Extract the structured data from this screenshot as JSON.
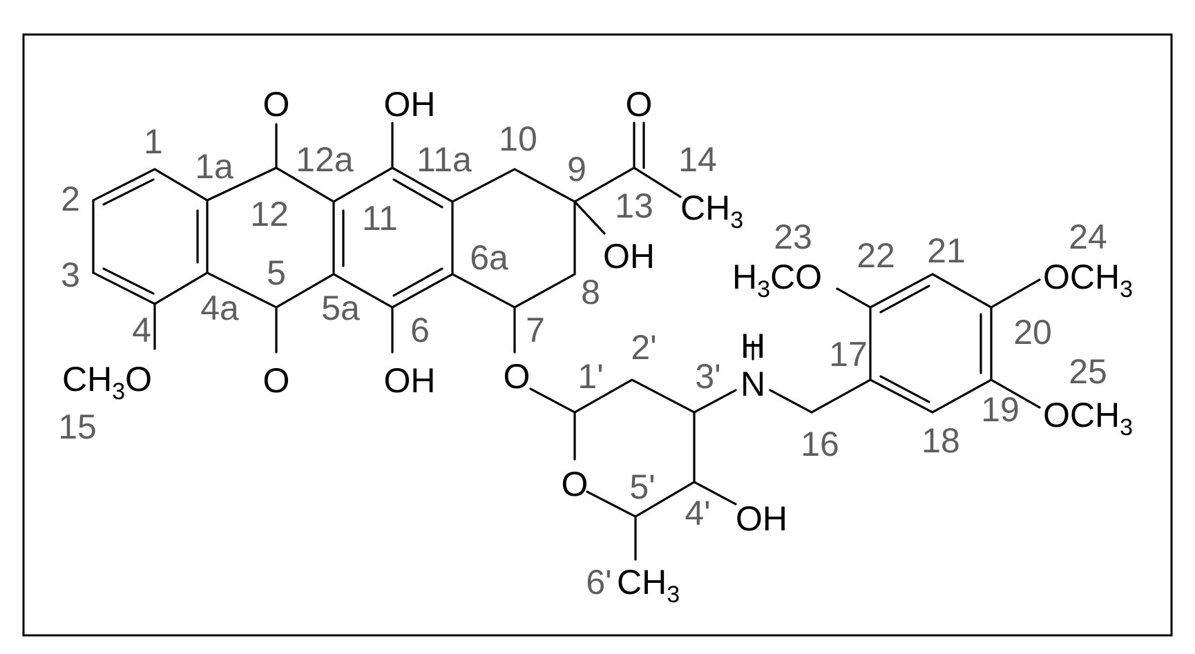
{
  "colors": {
    "bond": "#000000",
    "atom_label": "#000000",
    "position_number": "#5f5f5f",
    "frame": "#000000",
    "background": "#ffffff"
  },
  "atoms": {
    "o_c12": "O",
    "o_c5": "O",
    "oh_c11": "OH",
    "oh_c6": "OH",
    "o_c13": "O",
    "ch3_c14": "CH",
    "ch3_c14_sub": "3",
    "oh_c9": "OH",
    "o_glyco": "O",
    "o_ring": "O",
    "n_h": "H",
    "n": "N",
    "oh_c4p": "OH",
    "ch3_c6p": "CH",
    "ch3_c6p_sub": "3",
    "och3_c4_main": "CH",
    "och3_c4_sub": "3",
    "och3_c4_o": "O",
    "h3co_c22_h": "H",
    "h3co_c22_sub": "3",
    "h3co_c22_rest": "CO",
    "och3_c20": "OCH",
    "och3_c20_sub": "3",
    "och3_c19": "OCH",
    "och3_c19_sub": "3"
  },
  "numbers": {
    "n1": "1",
    "n2": "2",
    "n3": "3",
    "n4": "4",
    "n1a": "1a",
    "n4a": "4a",
    "n5": "5",
    "n5a": "5a",
    "n6": "6",
    "n6a": "6a",
    "n7": "7",
    "n8": "8",
    "n9": "9",
    "n10": "10",
    "n11": "11",
    "n11a": "11a",
    "n12": "12",
    "n12a": "12a",
    "n13": "13",
    "n14": "14",
    "n15": "15",
    "n16": "16",
    "n17": "17",
    "n18": "18",
    "n19": "19",
    "n20": "20",
    "n21": "21",
    "n22": "22",
    "n23": "23",
    "n24": "24",
    "n25": "25",
    "p1": "1'",
    "p2": "2'",
    "p3": "3'",
    "p4": "4'",
    "p5": "5'",
    "p6": "6'"
  }
}
